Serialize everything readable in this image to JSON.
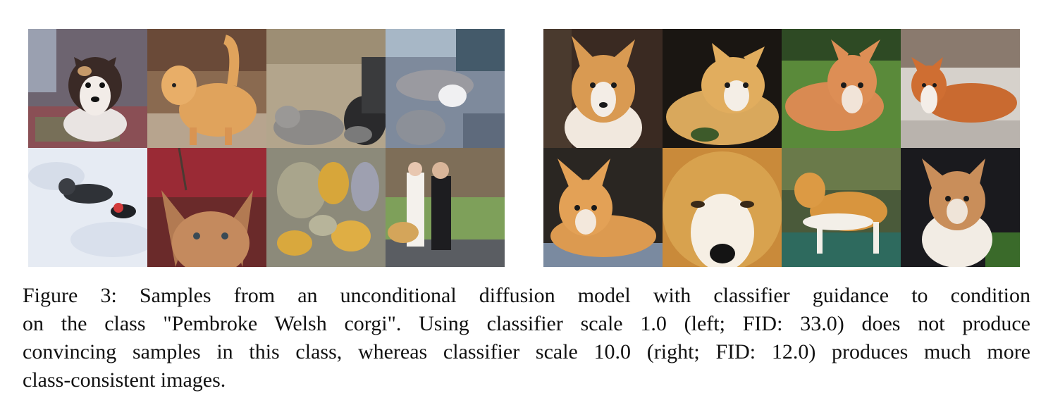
{
  "figure": {
    "left_panel": {
      "tiles": [
        {
          "subject": "tricolor-dog-on-rug"
        },
        {
          "subject": "fluffy-orange-dog"
        },
        {
          "subject": "dogs-on-dirt-ground"
        },
        {
          "subject": "blurry-animals-on-blanket"
        },
        {
          "subject": "dogs-in-snow"
        },
        {
          "subject": "brown-dog-head-closeup"
        },
        {
          "subject": "abstract-yellow-blobs"
        },
        {
          "subject": "people-with-dogs-on-lawn"
        }
      ]
    },
    "right_panel": {
      "tiles": [
        {
          "subject": "fluffy-corgi-portrait"
        },
        {
          "subject": "corgi-lying-dark-bg"
        },
        {
          "subject": "corgi-on-grass"
        },
        {
          "subject": "red-corgi-lying"
        },
        {
          "subject": "corgi-lying-sofa"
        },
        {
          "subject": "corgi-face-closeup"
        },
        {
          "subject": "corgi-standing-side"
        },
        {
          "subject": "corgi-sitting-night"
        }
      ]
    }
  },
  "caption": {
    "lines": [
      "Figure 3:  Samples from an unconditional diffusion model with classifier guidance to condition",
      "on the class \"Pembroke Welsh corgi\". Using classifier scale 1.0 (left; FID: 33.0) does not produce",
      "convincing samples in this class, whereas classifier scale 10.0 (right; FID: 12.0) produces much more",
      "class-consistent images."
    ]
  }
}
